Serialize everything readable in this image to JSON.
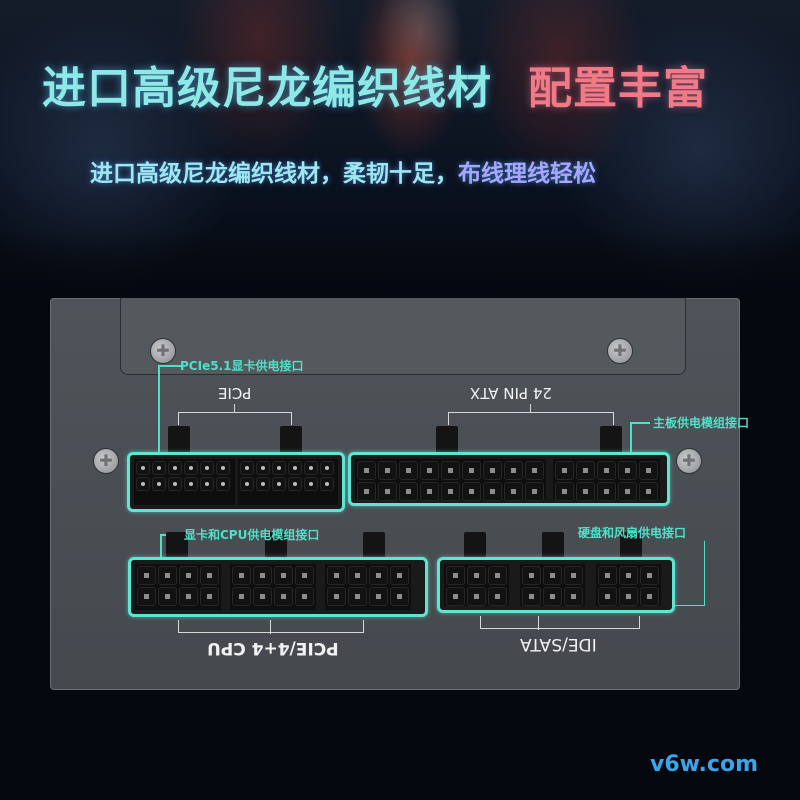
{
  "header": {
    "title_primary": "进口高级尼龙编织线材",
    "title_secondary": "配置丰富",
    "subtitle_primary": "进口高级尼龙编织线材，柔韧十足，",
    "subtitle_secondary": "布线理线轻松"
  },
  "psu": {
    "callouts": {
      "pcie_gpu": "PCIe5.1显卡供电接口",
      "motherboard": "主板供电模组接口",
      "gpu_cpu": "显卡和CPU供电模组接口",
      "drive_fan": "硬盘和风扇供电接口"
    },
    "port_labels": {
      "pcie": "PCIE",
      "atx24": "24 PIN ATX",
      "pcie_cpu": "PCIE/4+4 CPU",
      "ide_sata": "IDE/SATA"
    }
  },
  "colors": {
    "accent_cyan": "#5fe6d2",
    "title_cyan": "#8ee8e6",
    "title_pink": "#f07a86",
    "watermark_blue": "#3aa5e8"
  },
  "watermark": "v6w.com"
}
